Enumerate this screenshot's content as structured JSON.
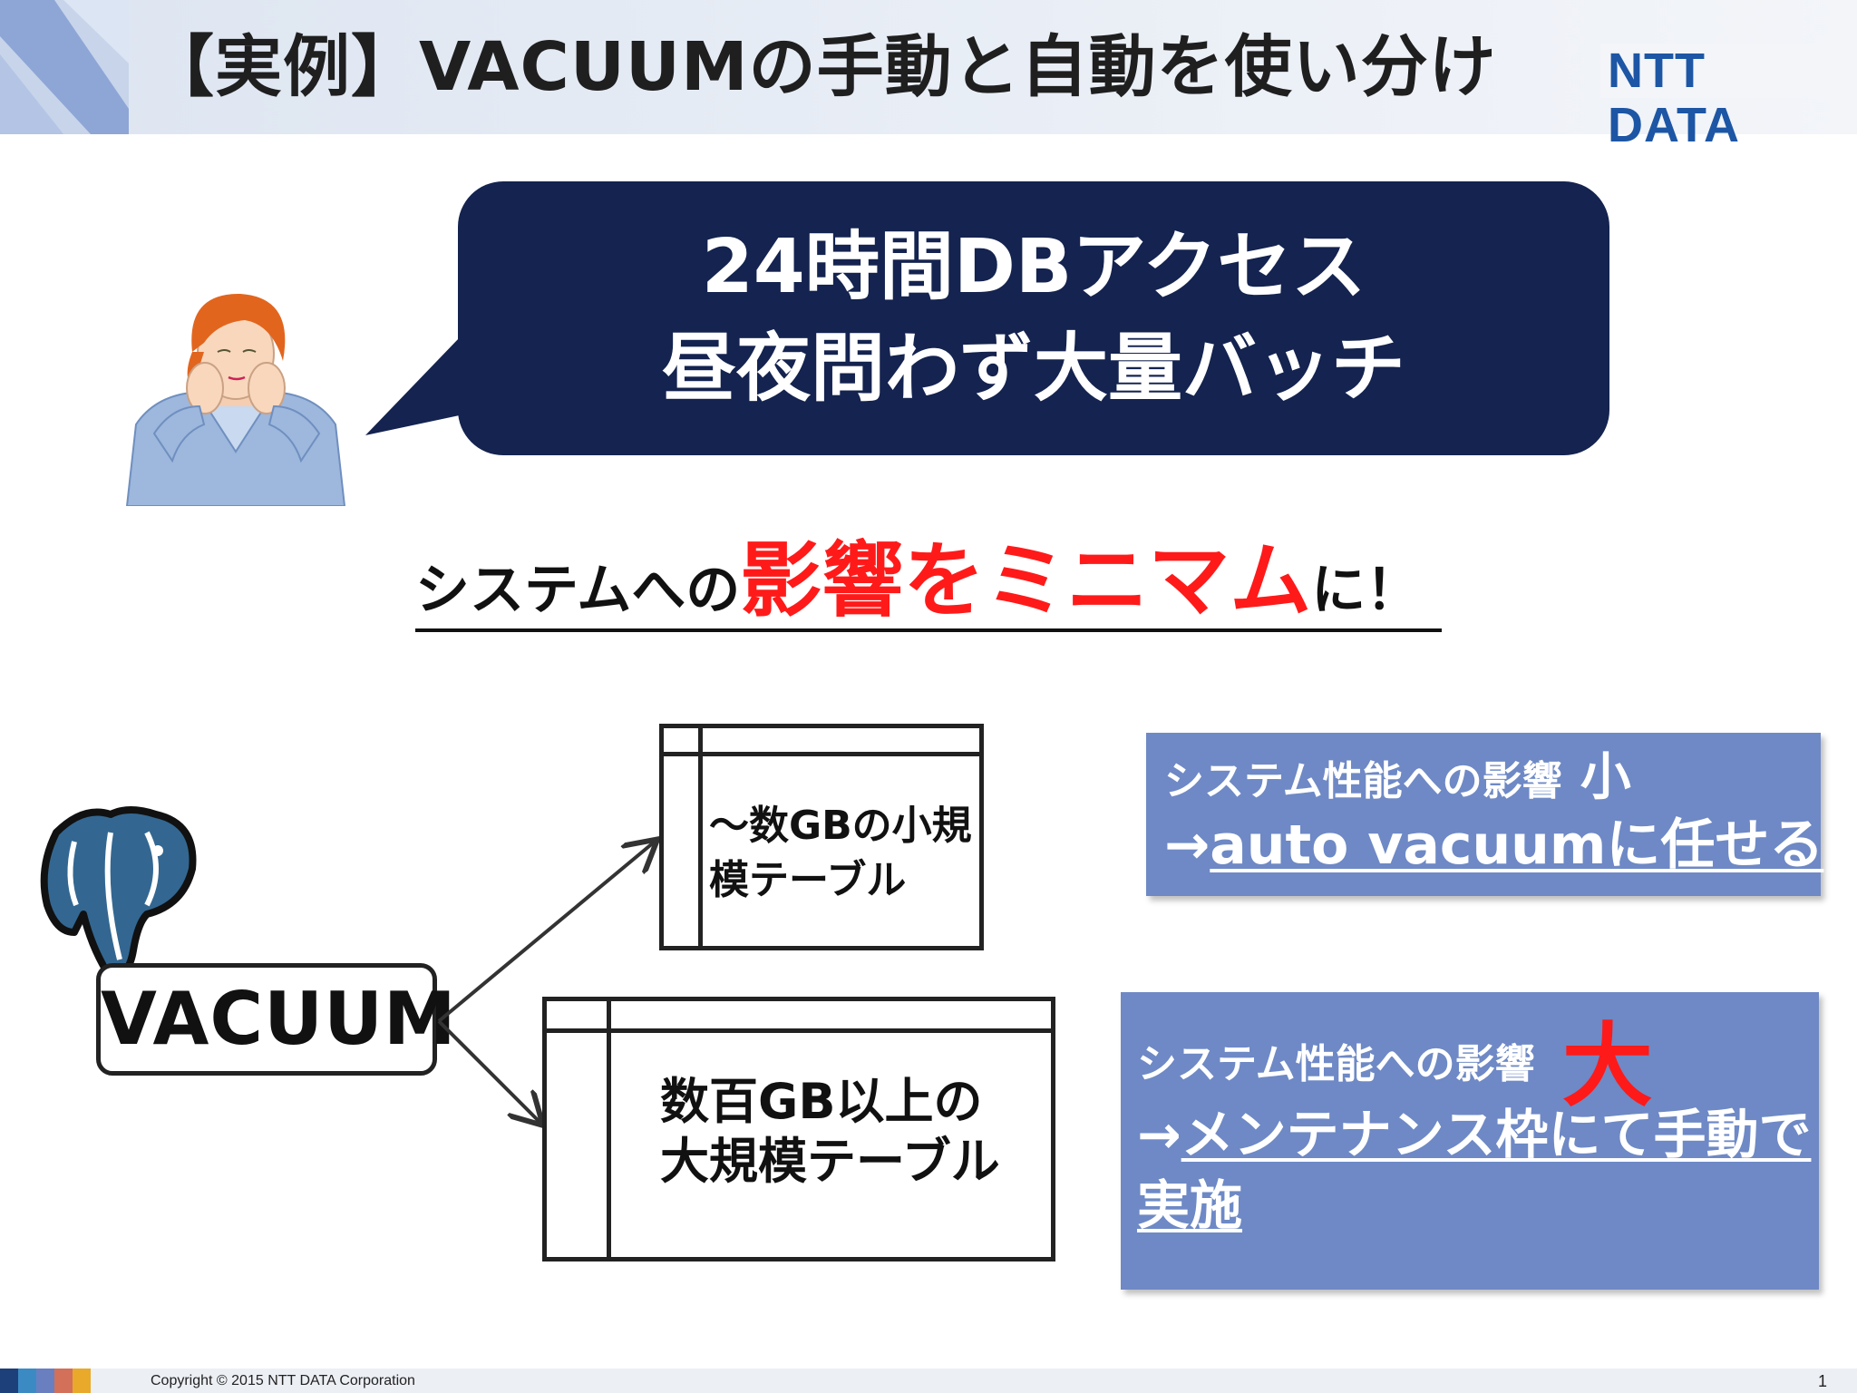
{
  "slide": {
    "title": "【実例】VACUUMの手動と自動を使い分け",
    "logo": "NTT DATA"
  },
  "speech": {
    "line1": "24時間DBアクセス",
    "line2": "昼夜問わず大量バッチ"
  },
  "slogan": {
    "before": "システムへの",
    "emphasis": "影響をミニマム",
    "after": "に！"
  },
  "vacuum_label": "VACUUM",
  "tables": {
    "small": "～数GBの小規模テーブル",
    "large_line1": "数百GB以上の",
    "large_line2": "大規模テーブル"
  },
  "info_small": {
    "impact": "システム性能への影響",
    "grade": "小",
    "arrow": "→",
    "action": "auto vacuumに任せる"
  },
  "info_large": {
    "impact": "システム性能への影響",
    "grade": "大",
    "arrow": "→",
    "action": "メンテナンス枠にて手動で実施"
  },
  "footer": {
    "copyright": "Copyright © 2015 NTT DATA Corporation",
    "page": "1"
  },
  "colors": {
    "bubble": "#14234f",
    "info_box": "#6e89c5",
    "emphasis_red": "#ff1a1a",
    "logo_blue": "#1d56a4",
    "swatches": [
      "#1d3f7a",
      "#3b8ac4",
      "#6a7fc0",
      "#d2705a",
      "#e9a92b"
    ]
  }
}
